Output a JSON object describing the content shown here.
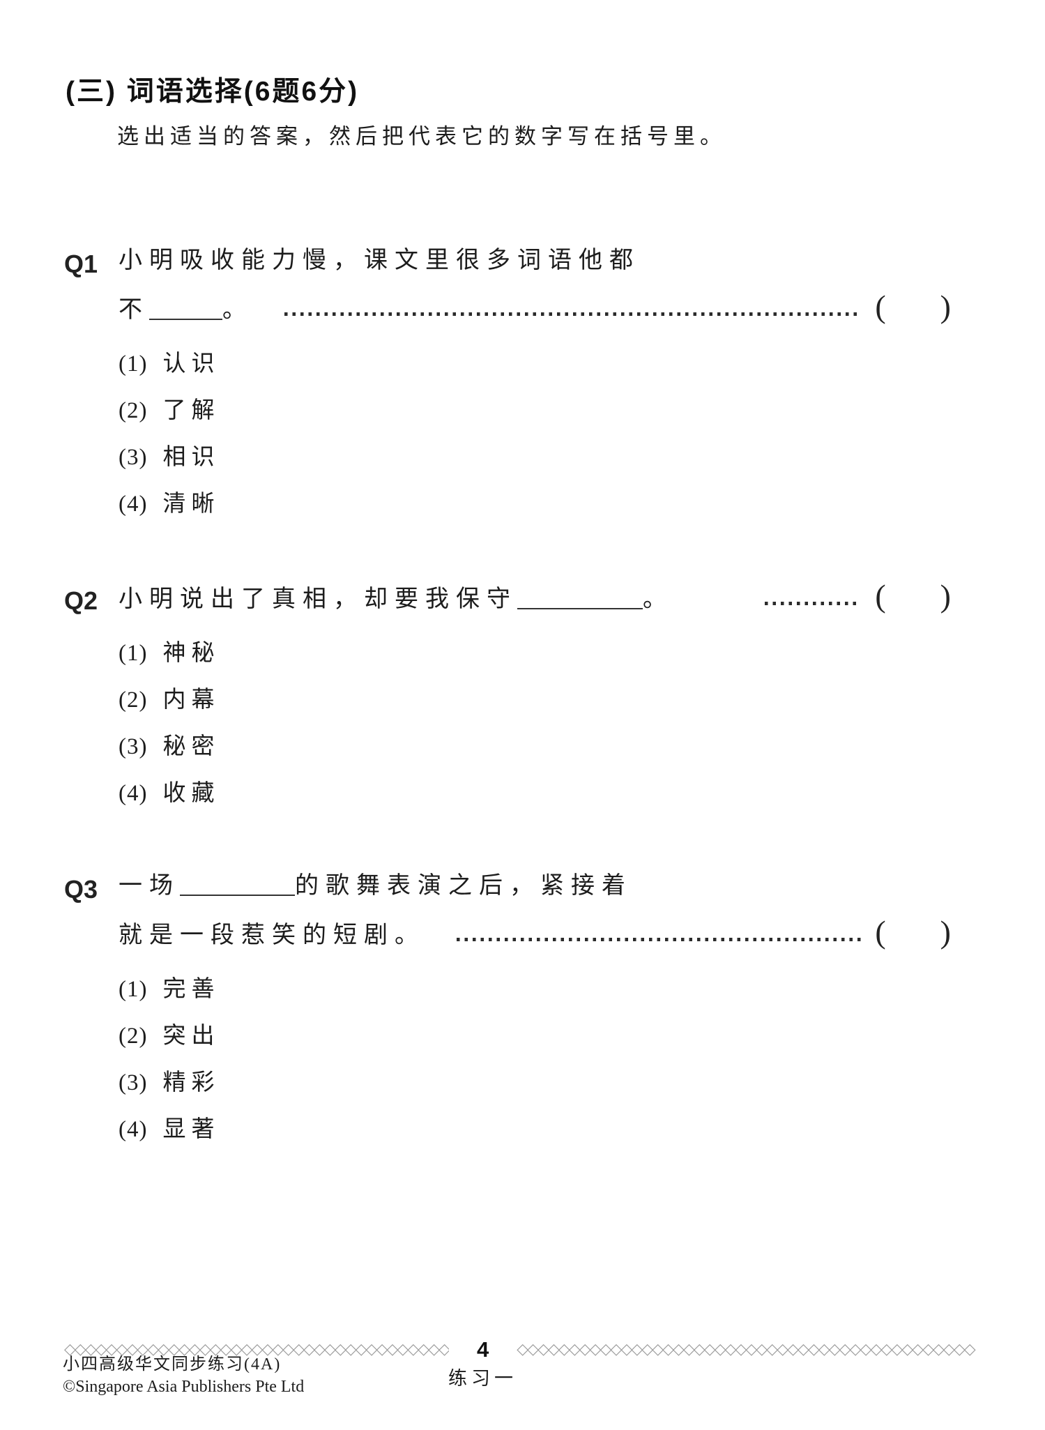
{
  "section": {
    "title": "(三) 词语选择(6题6分)",
    "instruction": "选出适当的答案，然后把代表它的数字写在括号里。"
  },
  "answer_brackets": {
    "open": "(",
    "close": ")"
  },
  "option_numbers": [
    "(1)",
    "(2)",
    "(3)",
    "(4)"
  ],
  "questions": [
    {
      "label": "Q1",
      "line1": "小明吸收能力慢，课文里很多词语他都",
      "line2_prefix": "不",
      "line2_period": "。",
      "options": [
        "认识",
        "了解",
        "相识",
        "清晰"
      ]
    },
    {
      "label": "Q2",
      "line1_prefix": "小明说出了真相，却要我保守",
      "line1_period": "。",
      "options": [
        "神秘",
        "内幕",
        "秘密",
        "收藏"
      ]
    },
    {
      "label": "Q3",
      "line1_prefix": "一场",
      "line1_suffix": "的歌舞表演之后，紧接着",
      "line2": "就是一段惹笑的短剧。",
      "options": [
        "完善",
        "突出",
        "精彩",
        "显著"
      ]
    }
  ],
  "footer": {
    "page_number": "4",
    "exercise_label": "练习一",
    "book_title": "小四高级华文同步练习(4A)",
    "copyright": "©Singapore Asia Publishers Pte Ltd",
    "ornament": "◇◇◇◇◇◇◇◇◇◇◇◇◇◇◇◇◇◇◇◇◇◇◇◇◇◇◇◇◇◇◇◇◇◇◇◇◇◇◇◇◇◇◇◇"
  }
}
